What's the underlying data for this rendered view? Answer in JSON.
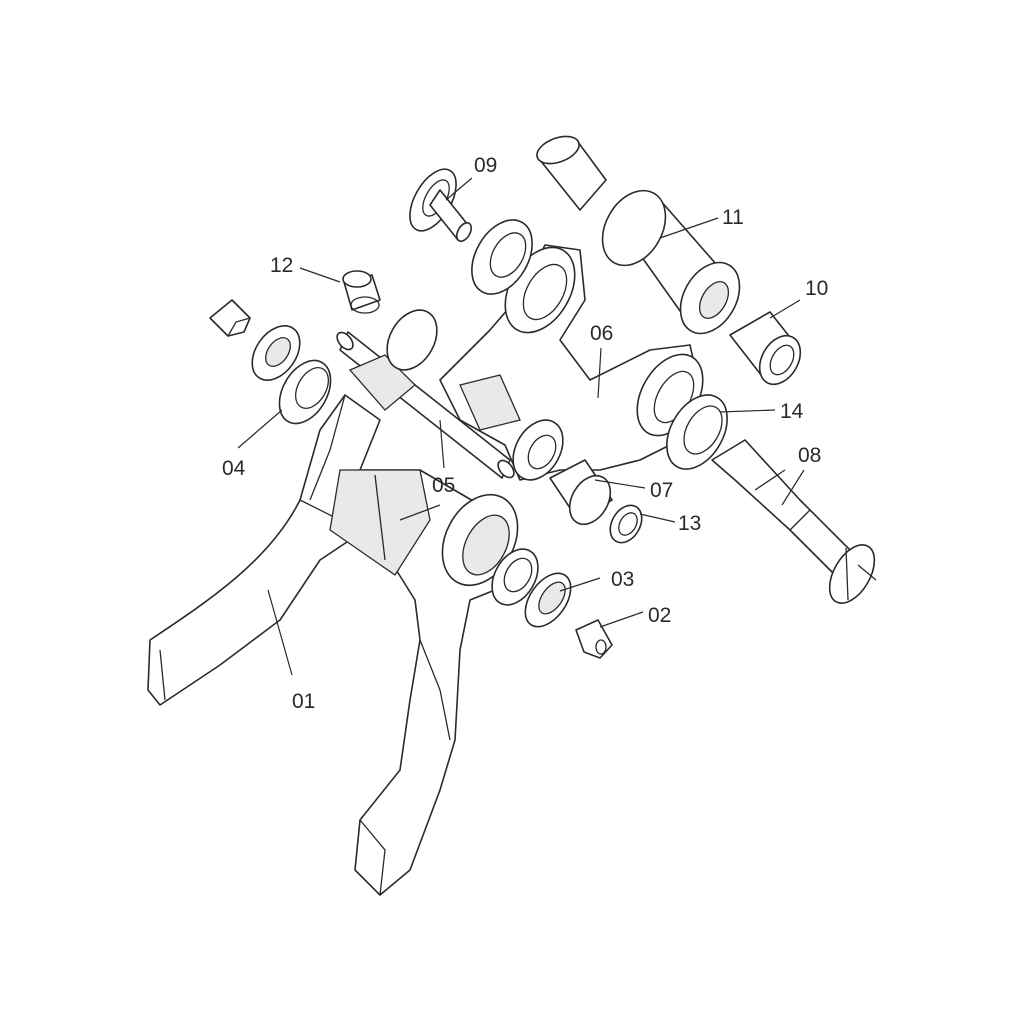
{
  "diagram": {
    "labels": [
      {
        "id": "01",
        "text": "01"
      },
      {
        "id": "02",
        "text": "02"
      },
      {
        "id": "03",
        "text": "03"
      },
      {
        "id": "04",
        "text": "04"
      },
      {
        "id": "05",
        "text": "05"
      },
      {
        "id": "06",
        "text": "06"
      },
      {
        "id": "07",
        "text": "07"
      },
      {
        "id": "08",
        "text": "08"
      },
      {
        "id": "09",
        "text": "09"
      },
      {
        "id": "10",
        "text": "10"
      },
      {
        "id": "11",
        "text": "11"
      },
      {
        "id": "12",
        "text": "12"
      },
      {
        "id": "13",
        "text": "13"
      },
      {
        "id": "14",
        "text": "14"
      }
    ]
  }
}
